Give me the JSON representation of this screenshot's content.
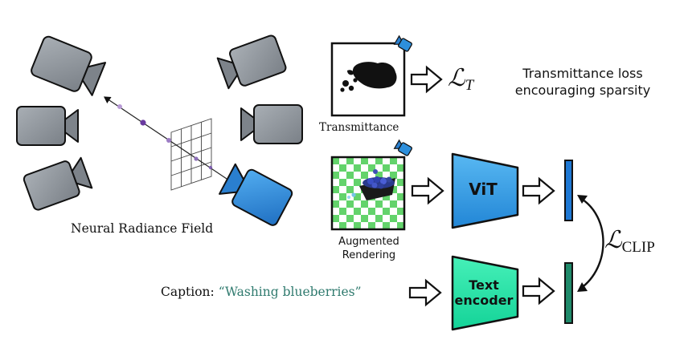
{
  "nerf_label": "Neural Radiance Field",
  "transmittance": {
    "label": "Transmittance",
    "loss_symbol": "ℒ",
    "loss_subscript": "T",
    "loss_desc_line1": "Transmittance loss",
    "loss_desc_line2": "encouraging sparsity"
  },
  "augmented": {
    "label_line1": "Augmented",
    "label_line2": "Rendering"
  },
  "vit": {
    "label": "ViT"
  },
  "text_encoder": {
    "label_line1": "Text",
    "label_line2": "encoder"
  },
  "clip_loss": {
    "symbol": "ℒ",
    "subscript": "CLIP"
  },
  "caption": {
    "prefix": "Caption: ",
    "text": "“Washing blueberries”"
  },
  "colors": {
    "camera_gray": "#8e949a",
    "camera_blue": "#2d8fdc",
    "vit_blue": "#3aa0e6",
    "text_encoder_green": "#2be8a8",
    "caption_teal": "#2f7a6e",
    "checker_green": "#63d36b",
    "embedding_blue": "#1e78d4",
    "embedding_green": "#1f8a6a"
  }
}
